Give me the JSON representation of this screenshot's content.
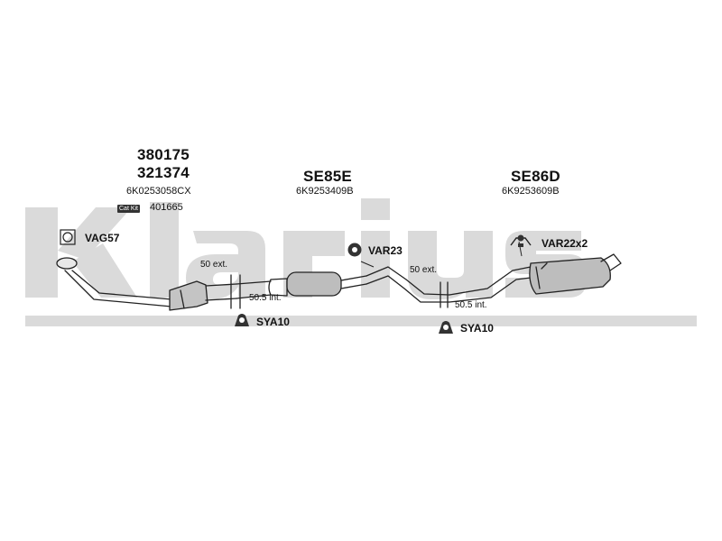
{
  "brand": {
    "name": "Klarius"
  },
  "colors": {
    "watermark": "#dadada",
    "line": "#222222",
    "part_fill": "#b8b8b8"
  },
  "groups": [
    {
      "part_numbers": [
        "380175",
        "321374"
      ],
      "oem": "6K0253058CX",
      "catkit_label": "Cat Kit",
      "catkit_value": "401665",
      "fitting": "VAG57",
      "fitting_icon": "gasket-icon"
    },
    {
      "part_numbers": [
        "SE85E"
      ],
      "oem": "6K9253409B",
      "fitting": "VAR23",
      "fitting_icon": "rubber-mount-icon"
    },
    {
      "part_numbers": [
        "SE86D"
      ],
      "oem": "6K9253609B",
      "fitting": "VAR22x2",
      "fitting_icon": "hanger-icon"
    }
  ],
  "joints": [
    {
      "ext": "50 ext.",
      "int": "50.5 int.",
      "clamp": "SYA10",
      "clamp_icon": "clamp-icon"
    },
    {
      "ext": "50 ext.",
      "int": "50.5 int.",
      "clamp": "SYA10",
      "clamp_icon": "clamp-icon"
    }
  ]
}
